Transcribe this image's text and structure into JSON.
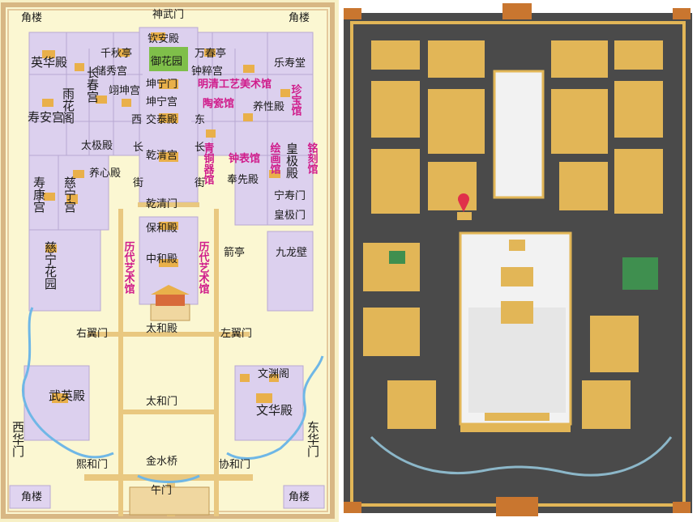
{
  "left_map": {
    "colors": {
      "background": "#fbf7d2",
      "wall": "#d9b98a",
      "hall": "#dcd0ee",
      "garden": "#7fbf4a",
      "water": "#6fb7e6",
      "building": "#e9b04a",
      "pink_label": "#d01c8b"
    },
    "labels": {
      "shenwumen": "神武门",
      "jiaolou_nw": "角楼",
      "jiaolou_ne": "角楼",
      "jiaolou_sw": "角楼",
      "jiaolou_se": "角楼",
      "qinandian": "钦安殿",
      "yuhuayuan": "御花园",
      "qianqiuting": "千秋亭",
      "wanchunting": "万春亭",
      "yinghuadian": "英华殿",
      "zhongcuigong": "钟粹宫",
      "leshoutang": "乐寿堂",
      "yuhuage": "雨花阁",
      "changchungong": "长春宫",
      "chuxiugong": "储秀宫",
      "kunninggong_door": "坤宁门",
      "kunninggong": "坤宁宫",
      "yikungong": "翊坤宫",
      "shoukanggong_a": "寿安宫",
      "jiaotaidian": "交泰殿",
      "yangxingdian": "养性殿",
      "xi": "西",
      "dong": "东",
      "taijidian": "太极殿",
      "qianqinggong": "乾清宫",
      "chang_a": "长",
      "chang_b": "长",
      "jie_a": "街",
      "jie_b": "街",
      "yangxindian": "养心殿",
      "fengxiandian": "奉先殿",
      "huangjidian": "皇极殿",
      "shoukanggong": "寿康宫",
      "cininggong": "慈宁宫",
      "qianqingmen": "乾清门",
      "ningshougong": "宁寿门",
      "huangjimen": "皇极门",
      "baohedian": "保和殿",
      "jianting": "箭亭",
      "jiulongbi": "九龙壁",
      "cininghuayuan": "慈宁花园",
      "zhonghedian": "中和殿",
      "taihedian": "太和殿",
      "youyimen": "右翼门",
      "zuoyimen": "左翼门",
      "wenyuange": "文渊阁",
      "wuyingdian": "武英殿",
      "wenhuadian": "文华殿",
      "taihemen": "太和门",
      "xihuamen": "西华门",
      "donghuamen": "东华门",
      "jinshuiqiao": "金水桥",
      "xihemen": "熙和门",
      "xiehemen": "协和门",
      "wumen": "午门"
    },
    "museums": {
      "mingqing": "明清工艺美术馆",
      "taoci": "陶瓷馆",
      "zhenbao": "珍宝馆",
      "qingtong": "青铜器馆",
      "zhongbiao": "钟表馆",
      "huihua": "绘画馆",
      "mingke": "铭刻馆",
      "lidai_w": "历代艺术馆",
      "lidai_e": "历代艺术馆"
    }
  },
  "right_map": {
    "colors": {
      "background": "#4a4a4a",
      "building": "#e2b657",
      "courtyard": "#f2f2f2",
      "marker": "#e0304a",
      "green_block": "#3f8f4f"
    },
    "marker_icon": "map-pin-icon"
  }
}
